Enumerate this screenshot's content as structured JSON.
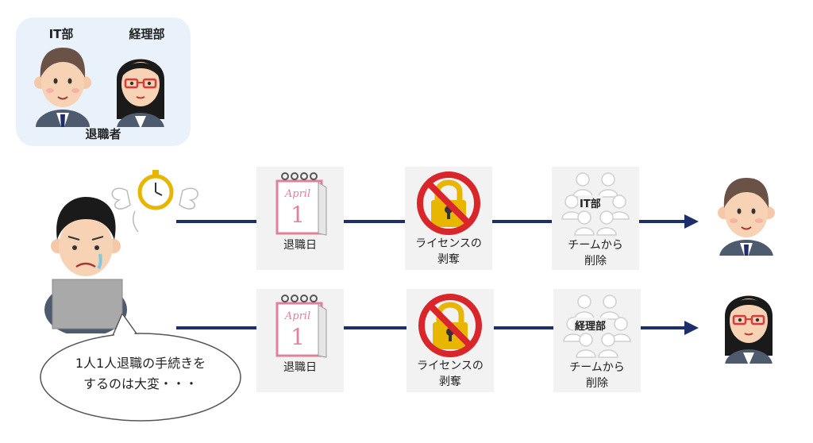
{
  "legend": {
    "it_label": "IT部",
    "accounting_label": "経理部",
    "caption": "退職者"
  },
  "bubble": {
    "line1": "1人1人退職の手続きを",
    "line2": "するのは大変・・・"
  },
  "rows": [
    {
      "calendar": {
        "month": "April",
        "day": "1"
      },
      "step1": "退職日",
      "step2_line1": "ライセンスの",
      "step2_line2": "剥奪",
      "team_badge": "IT部",
      "step3_line1": "チームから",
      "step3_line2": "削除"
    },
    {
      "calendar": {
        "month": "April",
        "day": "1"
      },
      "step1": "退職日",
      "step2_line1": "ライセンスの",
      "step2_line2": "剥奪",
      "team_badge": "経理部",
      "step3_line1": "チームから",
      "step3_line2": "削除"
    }
  ],
  "colors": {
    "arrow": "#1d2f6b",
    "legend_bg": "#e9f1fb",
    "card_bg": "#f2f2f2",
    "prohibit_red": "#d9262a",
    "lock_gold": "#e8b500",
    "calendar_pink": "#e0819b"
  },
  "icons": [
    "clock-with-wings-icon",
    "calendar-icon",
    "prohibited-lock-icon",
    "team-people-icon",
    "speech-bubble-icon"
  ]
}
